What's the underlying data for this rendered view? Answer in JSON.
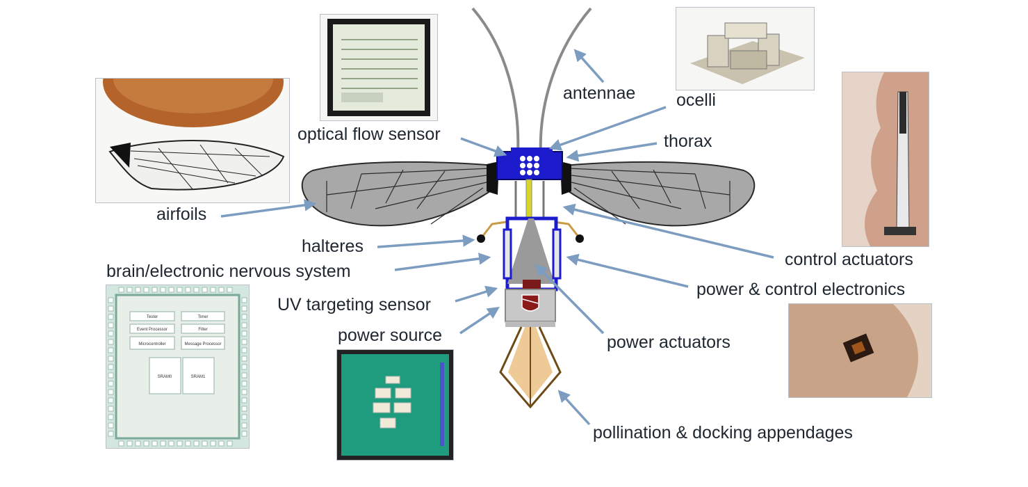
{
  "labels": {
    "antennae": "antennae",
    "ocelli": "ocelli",
    "thorax": "thorax",
    "optical_flow_sensor": "optical flow sensor",
    "airfoils": "airfoils",
    "halteres": "halteres",
    "brain": "brain/electronic nervous system",
    "uv_targeting_sensor": "UV targeting sensor",
    "power_source": "power source",
    "control_actuators": "control actuators",
    "power_control_electronics": "power & control electronics",
    "power_actuators": "power actuators",
    "pollination_docking": "pollination & docking appendages"
  },
  "chip_blocks": {
    "b1": "Tester",
    "b2": "Timer",
    "b3": "Event Processor",
    "b4": "Filter",
    "b5": "Microcontroller",
    "b6": "Message Processor",
    "sram1": "SRAM0",
    "sram2": "SRAM1"
  },
  "colors": {
    "arrow": "#7c9cc0",
    "label_text": "#1e2630",
    "thorax_blue": "#1c1ccc",
    "wing_gray": "#a8a8a8",
    "body_gray": "#9a9a9a",
    "appendage_orange": "#c87f22",
    "pcb_green": "#1f9c7e"
  },
  "icons": [
    "arrow-icon",
    "wing-photo",
    "optical-sensor-chip",
    "ocelli-photo",
    "control-actuator-photo",
    "brain-chip",
    "power-source-chip",
    "power-actuator-photo"
  ]
}
